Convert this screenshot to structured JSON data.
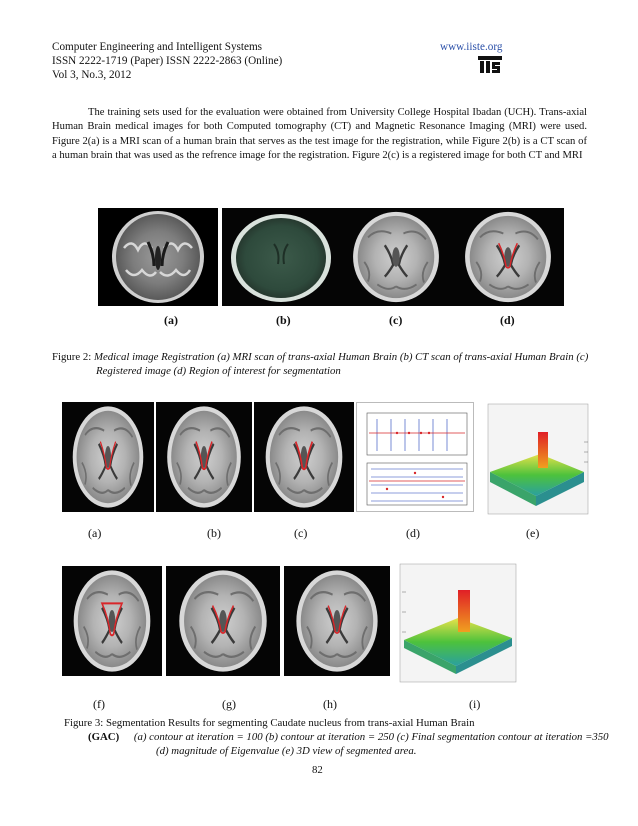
{
  "header": {
    "journal": "Computer Engineering and Intelligent Systems",
    "issn": "ISSN 2222-1719 (Paper) ISSN 2222-2863 (Online)",
    "volume": "Vol 3, No.3, 2012",
    "website": "www.iiste.org",
    "logo_text": "IISTE"
  },
  "body_paragraph": "The training sets used for the evaluation were obtained from University College Hospital Ibadan (UCH). Trans-axial Human Brain medical images for both Computed tomography (CT) and Magnetic Resonance Imaging (MRI) were used. Figure 2(a) is a MRI scan of a human brain that serves as the test image for the registration, while Figure 2(b) is a CT scan of a human brain that was used as the refrence image for the registration. Figure 2(c) is a registered image for both CT and MRI",
  "figure2": {
    "labels": [
      "(a)",
      "(b)",
      "(c)",
      "(d)"
    ],
    "caption_prefix": "Figure 2:",
    "caption_line1": "Medical image Registration (a) MRI scan of trans-axial Human Brain (b) CT scan of trans-axial Human Brain (c)",
    "caption_line2": "Registered image (d) Region of interest for segmentation"
  },
  "figure3": {
    "labels_row1": [
      "(a)",
      "(b)",
      "(c)",
      "(d)",
      "(e)"
    ],
    "labels_row2": [
      "(f)",
      "(g)",
      "(h)",
      "(i)"
    ],
    "caption_line1": "Figure 3: Segmentation Results for segmenting Caudate nucleus from trans-axial Human Brain",
    "caption_gac": "(GAC)",
    "caption_line2": "(a) contour at iteration = 100 (b) contour at iteration = 250 (c) Final segmentation contour at iteration =350",
    "caption_line3": "(d) magnitude of Eigenvalue (e) 3D view of segmented area."
  },
  "page_number": "82",
  "colors": {
    "link": "#2a4fa8",
    "contour": "#d8262a",
    "surface_green": "#49c23a",
    "surface_peak": "#e1282a"
  }
}
